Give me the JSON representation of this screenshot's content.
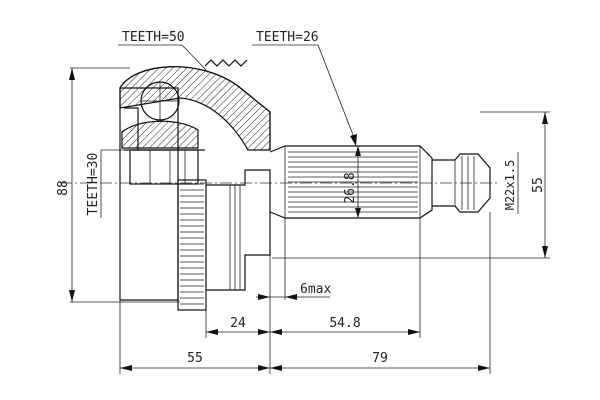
{
  "labels": {
    "teeth_outer": "TEETH=50",
    "teeth_shaft": "TEETH=26",
    "teeth_inner": "TEETH=30"
  },
  "dimensions": {
    "overall_diameter": "88",
    "right_diameter": "55",
    "spline_diameter": "26.8",
    "thread": "M22x1.5",
    "gap": "6max",
    "body_length": "24",
    "shaft_length": "54.8",
    "left_length": "55",
    "right_length": "79"
  }
}
